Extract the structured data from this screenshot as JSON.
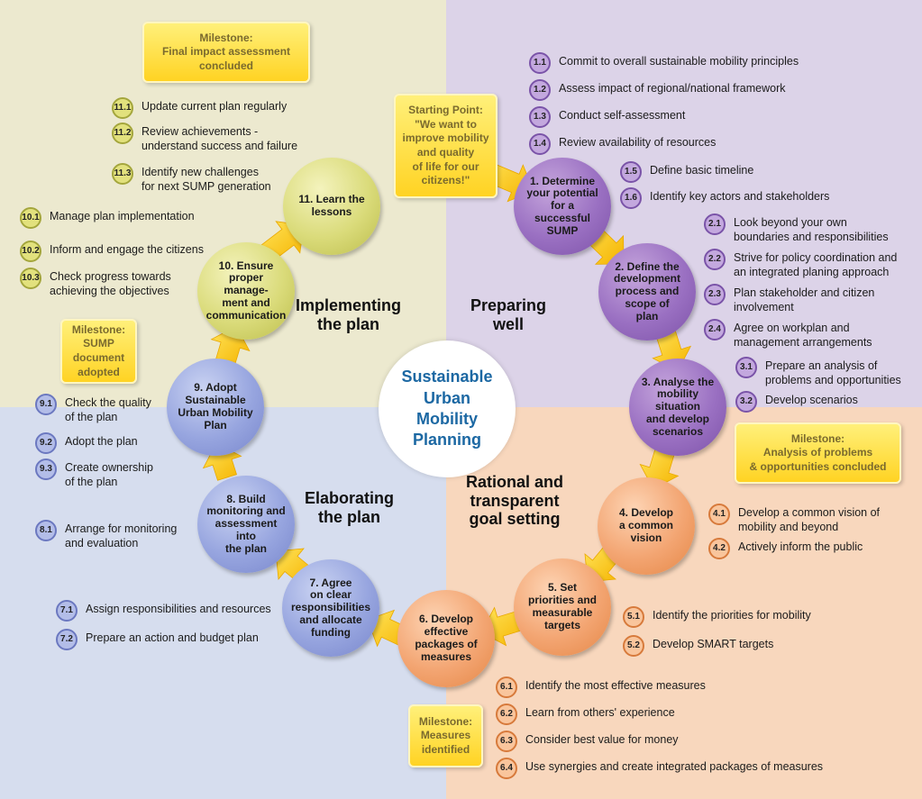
{
  "center_title": "Sustainable\nUrban\nMobility\nPlanning",
  "phases": {
    "preparing": "Preparing\nwell",
    "goal": "Rational and\ntransparent\ngoal setting",
    "elaborating": "Elaborating\nthe plan",
    "implementing": "Implementing\nthe plan"
  },
  "starting_point": "Starting Point:\n\"We want to\nimprove mobility\nand quality\nof life for our\ncitizens!\"",
  "milestones": {
    "final": "Milestone:\nFinal impact assessment\nconcluded",
    "sump": "Milestone:\nSUMP\ndocument\nadopted",
    "analysis": "Milestone:\nAnalysis of problems\n& opportunities concluded",
    "measures": "Milestone:\nMeasures\nidentified"
  },
  "steps": [
    {
      "label": "1. Determine\nyour potential\nfor a successful\nSUMP"
    },
    {
      "label": "2. Define the\ndevelopment\nprocess and\nscope of\nplan"
    },
    {
      "label": "3. Analyse the\nmobility situation\nand develop\nscenarios"
    },
    {
      "label": "4. Develop\na common\nvision"
    },
    {
      "label": "5. Set\npriorities and\nmeasurable\ntargets"
    },
    {
      "label": "6. Develop\neffective\npackages of\nmeasures"
    },
    {
      "label": "7. Agree\non clear\nresponsibilities\nand allocate\nfunding"
    },
    {
      "label": "8. Build\nmonitoring and\nassessment into\nthe plan"
    },
    {
      "label": "9. Adopt\nSustainable\nUrban Mobility\nPlan"
    },
    {
      "label": "10. Ensure\nproper manage-\nment and\ncommunication"
    },
    {
      "label": "11. Learn the\nlessons"
    }
  ],
  "activities": [
    {
      "num": "1.1",
      "text": "Commit to overall sustainable mobility principles"
    },
    {
      "num": "1.2",
      "text": "Assess impact of regional/national framework"
    },
    {
      "num": "1.3",
      "text": "Conduct self-assessment"
    },
    {
      "num": "1.4",
      "text": "Review availability of resources"
    },
    {
      "num": "1.5",
      "text": "Define basic timeline"
    },
    {
      "num": "1.6",
      "text": "Identify key actors and stakeholders"
    },
    {
      "num": "2.1",
      "text": "Look beyond your own\nboundaries and responsibilities"
    },
    {
      "num": "2.2",
      "text": "Strive for policy coordination and\nan integrated planing approach"
    },
    {
      "num": "2.3",
      "text": "Plan stakeholder and citizen\ninvolvement"
    },
    {
      "num": "2.4",
      "text": "Agree on workplan and\nmanagement arrangements"
    },
    {
      "num": "3.1",
      "text": "Prepare an analysis of\nproblems and opportunities"
    },
    {
      "num": "3.2",
      "text": "Develop scenarios"
    },
    {
      "num": "4.1",
      "text": "Develop a common vision of\nmobility and beyond"
    },
    {
      "num": "4.2",
      "text": "Actively inform the public"
    },
    {
      "num": "5.1",
      "text": "Identify the priorities for mobility"
    },
    {
      "num": "5.2",
      "text": "Develop SMART targets"
    },
    {
      "num": "6.1",
      "text": "Identify the most effective measures"
    },
    {
      "num": "6.2",
      "text": "Learn from others' experience"
    },
    {
      "num": "6.3",
      "text": "Consider best value for money"
    },
    {
      "num": "6.4",
      "text": "Use synergies and create integrated packages of measures"
    },
    {
      "num": "7.1",
      "text": "Assign responsibilities and resources"
    },
    {
      "num": "7.2",
      "text": "Prepare an action and budget plan"
    },
    {
      "num": "8.1",
      "text": "Arrange for monitoring\nand evaluation"
    },
    {
      "num": "9.1",
      "text": "Check the quality\nof the plan"
    },
    {
      "num": "9.2",
      "text": "Adopt the plan"
    },
    {
      "num": "9.3",
      "text": "Create ownership\nof the plan"
    },
    {
      "num": "10.1",
      "text": "Manage plan implementation"
    },
    {
      "num": "10.2",
      "text": "Inform and engage the citizens"
    },
    {
      "num": "10.3",
      "text": "Check progress towards\nachieving the objectives"
    },
    {
      "num": "11.1",
      "text": "Update current plan regularly"
    },
    {
      "num": "11.2",
      "text": "Review achievements -\nunderstand success and failure"
    },
    {
      "num": "11.3",
      "text": "Identify new challenges\nfor next SUMP generation"
    }
  ]
}
